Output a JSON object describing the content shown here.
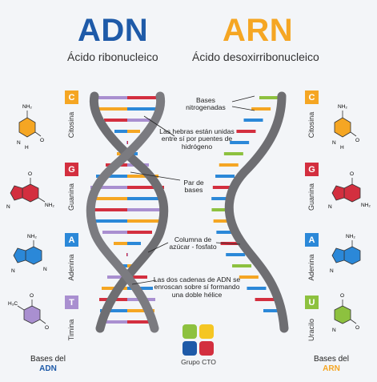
{
  "header": {
    "left_title": "ADN",
    "left_subtitle": "Ácido ribonucleico",
    "right_title": "ARN",
    "right_subtitle": "Ácido desoxirribonucleico"
  },
  "colors": {
    "adn_blue": "#1e5aa8",
    "arn_orange": "#f5a623",
    "citosina": "#f5a623",
    "guanina": "#d32f3f",
    "adenina": "#2b88d8",
    "timina": "#a98fd0",
    "uracilo": "#8dc13f",
    "backbone": "#6e6e72"
  },
  "annotations": {
    "bases_nitrogenadas": "Bases nitrogenadas",
    "hebras": "Las hebras están unidas entre sí por puentes de hidrógeno",
    "par_bases": "Par de bases",
    "columna": "Columna de azúcar - fosfato",
    "cadenas": "Las dos cadenas de ADN se enroscan sobre sí formando una doble hélice"
  },
  "left_bases": [
    {
      "letter": "C",
      "name": "Citosina",
      "color": "#f5a623",
      "icon": "citosina-molecule-icon"
    },
    {
      "letter": "G",
      "name": "Guanina",
      "color": "#d32f3f",
      "icon": "guanina-molecule-icon"
    },
    {
      "letter": "A",
      "name": "Adenina",
      "color": "#2b88d8",
      "icon": "adenina-molecule-icon"
    },
    {
      "letter": "T",
      "name": "Timina",
      "color": "#a98fd0",
      "icon": "timina-molecule-icon"
    }
  ],
  "right_bases": [
    {
      "letter": "C",
      "name": "Citosina",
      "color": "#f5a623",
      "icon": "citosina-molecule-icon"
    },
    {
      "letter": "G",
      "name": "Guanina",
      "color": "#d32f3f",
      "icon": "guanina-molecule-icon"
    },
    {
      "letter": "A",
      "name": "Adenina",
      "color": "#2b88d8",
      "icon": "adenina-molecule-icon"
    },
    {
      "letter": "U",
      "name": "Uracilo",
      "color": "#8dc13f",
      "icon": "uracilo-molecule-icon"
    }
  ],
  "molecule_labels": {
    "nh2": "NH₂",
    "n": "N",
    "h": "H",
    "o": "O",
    "h3c": "H₃C"
  },
  "footer": {
    "left_line1": "Bases del",
    "left_line2": "ADN",
    "right_line1": "Bases del",
    "right_line2": "ARN",
    "logo_text": "Grupo CTO"
  }
}
